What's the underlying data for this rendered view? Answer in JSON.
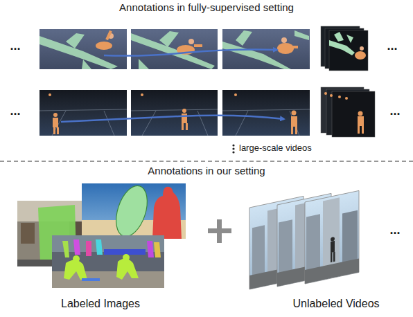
{
  "diagram": {
    "labels": [
      "Annotations in fully-supervised setting",
      "...",
      "...",
      "...",
      "...",
      "large-scale videos",
      "Annotations in our setting",
      "...",
      "Labeled Images",
      "Unlabeled Videos"
    ]
  }
}
